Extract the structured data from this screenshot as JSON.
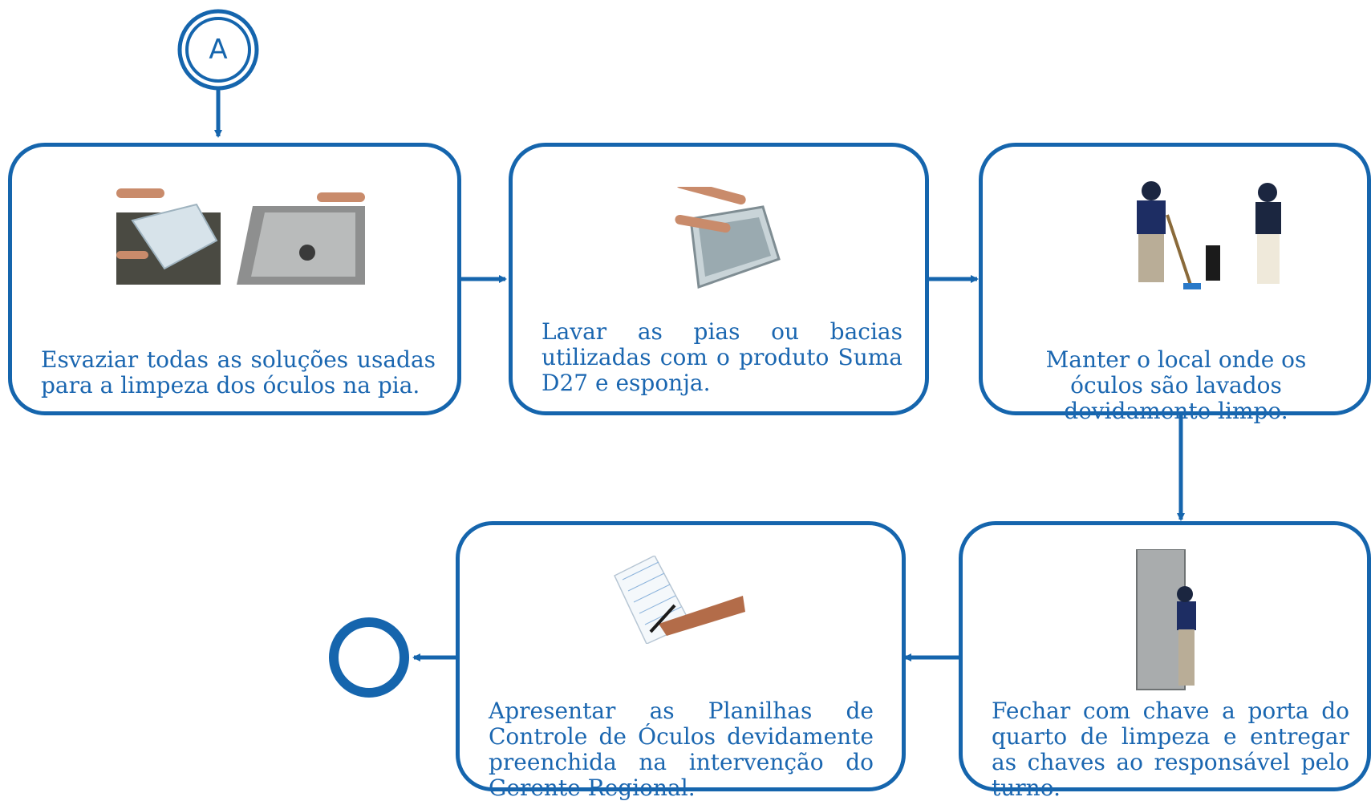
{
  "connector_start": {
    "label": "A"
  },
  "steps": [
    {
      "id": "step-1",
      "text": "Esvaziar todas as soluções usadas para a limpeza dos óculos na pia."
    },
    {
      "id": "step-2",
      "text": "Lavar as pias ou bacias utilizadas com o produto Suma D27 e esponja."
    },
    {
      "id": "step-3",
      "text": "Manter o local onde os óculos são lavados devidamente limpo."
    },
    {
      "id": "step-4",
      "text": "Fechar com chave a porta do quarto de limpeza e entregar as chaves ao responsável pelo turno."
    },
    {
      "id": "step-5",
      "text": "Apresentar as Planilhas de Controle de Óculos devidamente preenchida na intervenção do Gerente Regional."
    }
  ],
  "colors": {
    "stroke": "#1565ad",
    "text": "#1a66b0"
  }
}
